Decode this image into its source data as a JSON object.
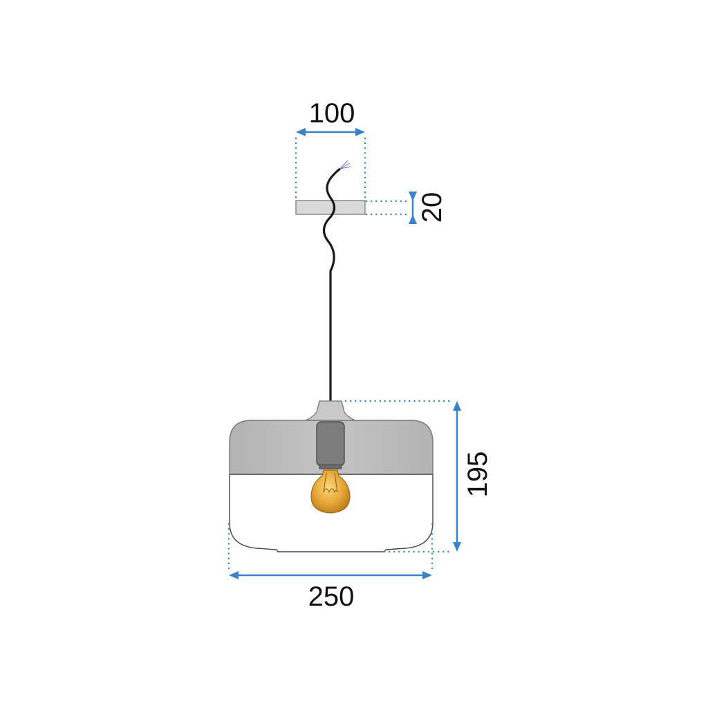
{
  "drawing": {
    "product": "pendant-lamp",
    "dimensions": {
      "canopy_width": "100",
      "canopy_height": "20",
      "shade_height": "195",
      "shade_width": "250"
    },
    "colors": {
      "dimension_line": "#3a82c8",
      "canopy_fill": "#d9d9d9",
      "shade_top_fill": "#bfbfbf",
      "socket_fill": "#808080",
      "bulb_fill": "#e0a640",
      "cable": "#1a1a1a",
      "outline": "#555555"
    }
  }
}
